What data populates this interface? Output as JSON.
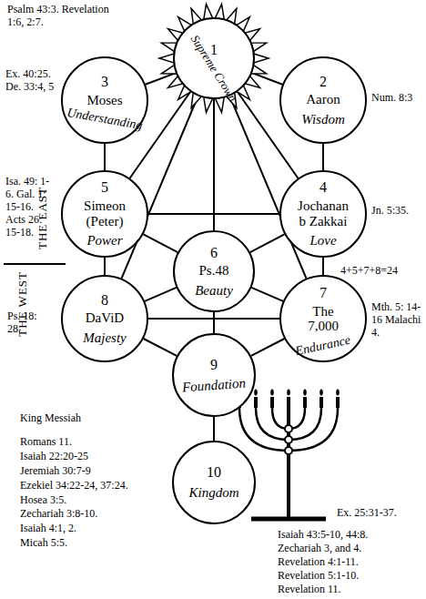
{
  "diagram": {
    "nodes": [
      {
        "text": [
          "1",
          "Supreme Crown"
        ]
      },
      {
        "text": [
          "3",
          "Moses",
          "Understanding"
        ]
      },
      {
        "text": [
          "2",
          "Aaron",
          "Wisdom"
        ]
      },
      {
        "text": [
          "5",
          "Simeon (Peter)",
          "Power"
        ]
      },
      {
        "text": [
          "4",
          "Jochanan b Zakkai",
          "Love"
        ]
      },
      {
        "text": [
          "6",
          "Ps.48",
          "Beauty"
        ]
      },
      {
        "text": [
          "8",
          "DaViD",
          "Majesty"
        ]
      },
      {
        "text": [
          "7",
          "The 7,000",
          "Endurance"
        ]
      },
      {
        "text": [
          "9",
          "Foundation"
        ]
      },
      {
        "text": [
          "10",
          "Kingdom"
        ]
      }
    ],
    "edges": [
      {
        "from": 0,
        "to": 1,
        "arrow": "none"
      },
      {
        "from": 0,
        "to": 2,
        "arrow": "none"
      },
      {
        "from": 1,
        "to": 3,
        "arrow": "none"
      },
      {
        "from": 2,
        "to": 4,
        "arrow": "none"
      },
      {
        "from": 3,
        "to": 4,
        "arrow": "none"
      },
      {
        "from": 3,
        "to": 6,
        "arrow": "none"
      },
      {
        "from": 4,
        "to": 7,
        "arrow": "none"
      },
      {
        "from": 6,
        "to": 7,
        "arrow": "none"
      },
      {
        "from": 0,
        "to": 3,
        "arrow": "none"
      },
      {
        "from": 0,
        "to": 4,
        "arrow": "none"
      },
      {
        "from": 0,
        "to": 5,
        "arrow": "none"
      },
      {
        "from": 0,
        "to": 6,
        "arrow": "none"
      },
      {
        "from": 0,
        "to": 7,
        "arrow": "none"
      },
      {
        "from": 3,
        "to": 5,
        "arrow": "none"
      },
      {
        "from": 4,
        "to": 5,
        "arrow": "none"
      },
      {
        "from": 6,
        "to": 5,
        "arrow": "none"
      },
      {
        "from": 7,
        "to": 5,
        "arrow": "none"
      },
      {
        "from": 5,
        "to": 8,
        "arrow": "none"
      },
      {
        "from": 6,
        "to": 8,
        "arrow": "none"
      },
      {
        "from": 7,
        "to": 8,
        "arrow": "none"
      },
      {
        "from": 8,
        "to": 9,
        "arrow": "none"
      }
    ],
    "labels": [
      "Psalm 43:3. Revelation 1:6, 2:7.",
      "Ex. 40:25. De. 33:4, 5",
      "Num. 8:3",
      "Isa. 49: 1-6. Gal. 1: 15-16. Acts 26: 15-18.",
      "THE EAST",
      "Jn. 5:35.",
      "4+5+7+8=24",
      "THE WEST",
      "Ps. 18: 28.",
      "Mth. 5: 14-16 Malachi 4.",
      "King Messiah",
      "Romans 11.",
      "Isaiah 22:20-25",
      "Jeremiah 30:7-9",
      "Ezekiel 34:22-24, 37:24.",
      "Hosea 3:5.",
      "Zechariah 3:8-10.",
      "Isaiah 4:1, 2.",
      "Micah 5:5.",
      "Ex. 25:31-37.",
      "Isaiah 43:5-10, 44:8.",
      "Zechariah 3, and 4.",
      "Revelation 4:1-11.",
      "Revelation 5:1-10.",
      "Revelation 11."
    ]
  }
}
